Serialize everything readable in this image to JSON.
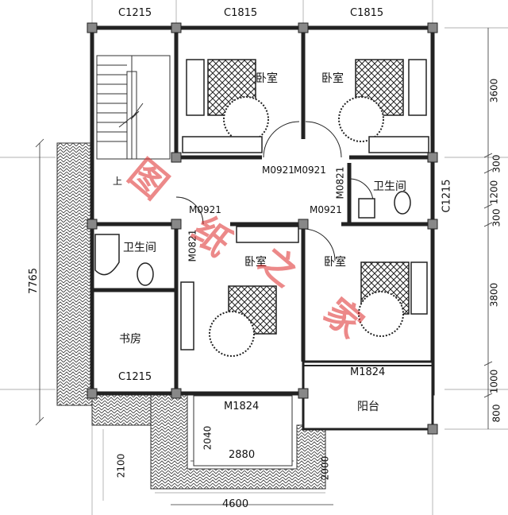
{
  "rooms": {
    "bedroom_1": "卧室",
    "bedroom_2": "卧室",
    "bedroom_3": "卧室",
    "bedroom_4": "卧室",
    "bathroom_1": "卫生间",
    "bathroom_2": "卫生间",
    "study": "书房",
    "balcony": "阳台",
    "stair_up": "上"
  },
  "windows": {
    "w_top_1": "C1215",
    "w_top_2": "C1815",
    "w_top_3": "C1815",
    "w_study": "C1215",
    "w_right": "C1215"
  },
  "doors": {
    "d_1": "M0921",
    "d_2": "M0921",
    "d_3": "M0821",
    "d_4": "M0921",
    "d_5": "M0921",
    "d_6": "M0821",
    "d_balcony": "M1824",
    "d_bay": "M1824"
  },
  "dimensions": {
    "right_1": "3600",
    "right_2": "300",
    "right_3": "1200",
    "right_4": "300",
    "right_5": "3800",
    "right_6": "1000",
    "right_7": "800",
    "left_total": "7765",
    "left_lower": "2100",
    "bay_depth": "2040",
    "bay_width": "2880",
    "bottom_total": "4600",
    "bottom_right": "2000"
  },
  "watermark": {
    "c1": "图",
    "c2": "纸",
    "c3": "之",
    "c4": "家"
  },
  "colors": {
    "wall": "#222222",
    "watermark": "#dc2828"
  }
}
